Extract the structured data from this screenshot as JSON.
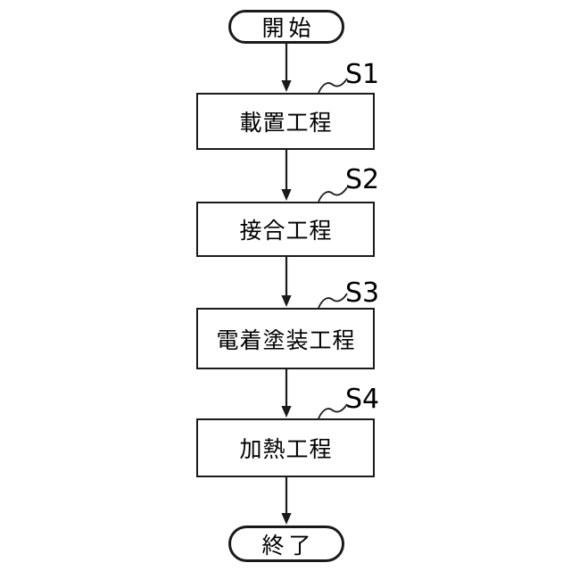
{
  "flowchart": {
    "start_label": "開始",
    "end_label": "終了",
    "steps": [
      {
        "id": "S1",
        "label": "載置工程"
      },
      {
        "id": "S2",
        "label": "接合工程"
      },
      {
        "id": "S3",
        "label": "電着塗装工程"
      },
      {
        "id": "S4",
        "label": "加熱工程"
      }
    ],
    "flow": [
      "開始",
      "S1 載置工程",
      "S2 接合工程",
      "S3 電着塗装工程",
      "S4 加熱工程",
      "終了"
    ],
    "colors": {
      "line": "#1a1a1a",
      "background": "#ffffff",
      "text": "#000000"
    }
  }
}
